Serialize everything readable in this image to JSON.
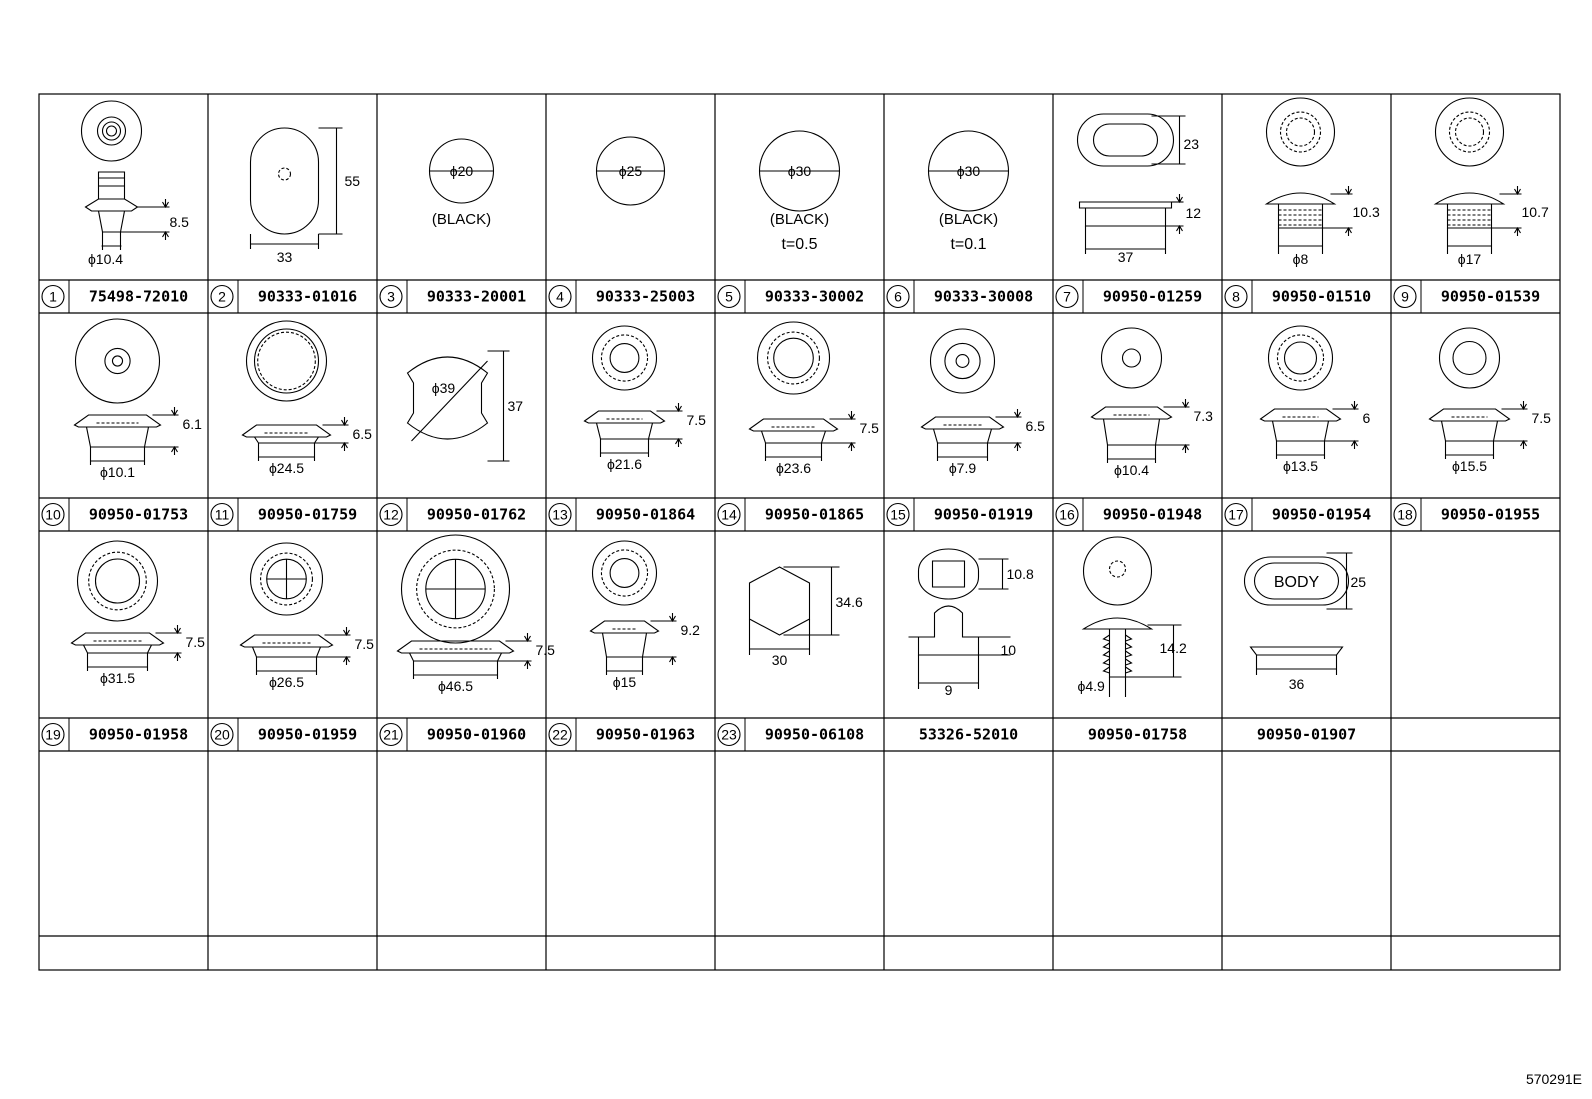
{
  "doc_code": "570291E",
  "cells": [
    {
      "num": "1",
      "part": "75498-72010",
      "dims": [
        "8.5",
        "ϕ10.4"
      ],
      "notes": []
    },
    {
      "num": "2",
      "part": "90333-01016",
      "dims": [
        "55",
        "33"
      ],
      "notes": []
    },
    {
      "num": "3",
      "part": "90333-20001",
      "dims": [
        "ϕ20"
      ],
      "notes": [
        "(BLACK)"
      ]
    },
    {
      "num": "4",
      "part": "90333-25003",
      "dims": [
        "ϕ25"
      ],
      "notes": []
    },
    {
      "num": "5",
      "part": "90333-30002",
      "dims": [
        "ϕ30"
      ],
      "notes": [
        "(BLACK)",
        "t=0.5"
      ]
    },
    {
      "num": "6",
      "part": "90333-30008",
      "dims": [
        "ϕ30"
      ],
      "notes": [
        "(BLACK)",
        "t=0.1"
      ]
    },
    {
      "num": "7",
      "part": "90950-01259",
      "dims": [
        "23",
        "12",
        "37"
      ],
      "notes": []
    },
    {
      "num": "8",
      "part": "90950-01510",
      "dims": [
        "10.3",
        "ϕ8"
      ],
      "notes": []
    },
    {
      "num": "9",
      "part": "90950-01539",
      "dims": [
        "10.7",
        "ϕ17"
      ],
      "notes": []
    },
    {
      "num": "10",
      "part": "90950-01753",
      "dims": [
        "6.1",
        "ϕ10.1"
      ],
      "notes": []
    },
    {
      "num": "11",
      "part": "90950-01759",
      "dims": [
        "6.5",
        "ϕ24.5"
      ],
      "notes": []
    },
    {
      "num": "12",
      "part": "90950-01762",
      "dims": [
        "ϕ39",
        "37"
      ],
      "notes": []
    },
    {
      "num": "13",
      "part": "90950-01864",
      "dims": [
        "7.5",
        "ϕ21.6"
      ],
      "notes": []
    },
    {
      "num": "14",
      "part": "90950-01865",
      "dims": [
        "7.5",
        "ϕ23.6"
      ],
      "notes": []
    },
    {
      "num": "15",
      "part": "90950-01919",
      "dims": [
        "6.5",
        "ϕ7.9"
      ],
      "notes": []
    },
    {
      "num": "16",
      "part": "90950-01948",
      "dims": [
        "7.3",
        "ϕ10.4"
      ],
      "notes": []
    },
    {
      "num": "17",
      "part": "90950-01954",
      "dims": [
        "6",
        "ϕ13.5"
      ],
      "notes": []
    },
    {
      "num": "18",
      "part": "90950-01955",
      "dims": [
        "7.5",
        "ϕ15.5"
      ],
      "notes": []
    },
    {
      "num": "19",
      "part": "90950-01958",
      "dims": [
        "7.5",
        "ϕ31.5"
      ],
      "notes": []
    },
    {
      "num": "20",
      "part": "90950-01959",
      "dims": [
        "7.5",
        "ϕ26.5"
      ],
      "notes": []
    },
    {
      "num": "21",
      "part": "90950-01960",
      "dims": [
        "7.5",
        "ϕ46.5"
      ],
      "notes": []
    },
    {
      "num": "22",
      "part": "90950-01963",
      "dims": [
        "9.2",
        "ϕ15"
      ],
      "notes": []
    },
    {
      "num": "23",
      "part": "90950-06108",
      "dims": [
        "34.6",
        "30"
      ],
      "notes": []
    },
    {
      "num": "",
      "part": "53326-52010",
      "dims": [
        "10.8",
        "10",
        "9"
      ],
      "notes": []
    },
    {
      "num": "",
      "part": "90950-01758",
      "dims": [
        "14.2",
        "ϕ4.9"
      ],
      "notes": []
    },
    {
      "num": "",
      "part": "90950-01907",
      "dims": [
        "25",
        "36"
      ],
      "notes": [
        "BODY"
      ]
    }
  ]
}
